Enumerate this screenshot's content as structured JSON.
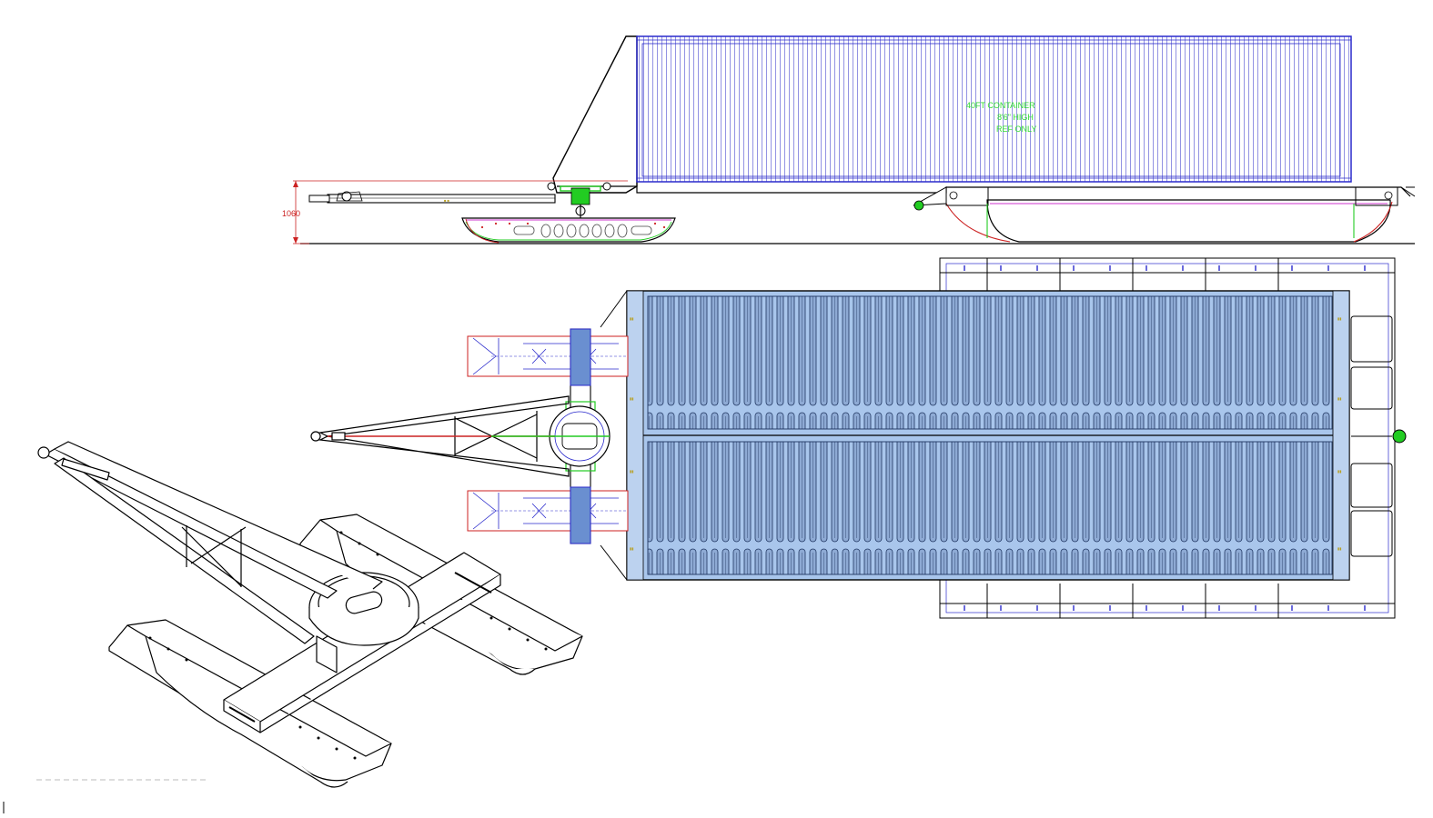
{
  "side_view": {
    "container_label": {
      "line1": "40FT CONTAINER",
      "line2": "8'6\" HIGH",
      "line3": "REF ONLY"
    },
    "height_dimension": "1060"
  },
  "colors": {
    "outline": "#000000",
    "container_blue": "#2a2acc",
    "container_fill": "#a9c6ec",
    "dimension_red": "#cc2222",
    "hitch_green": "#22cc22",
    "sled_magenta": "#cc33cc"
  }
}
